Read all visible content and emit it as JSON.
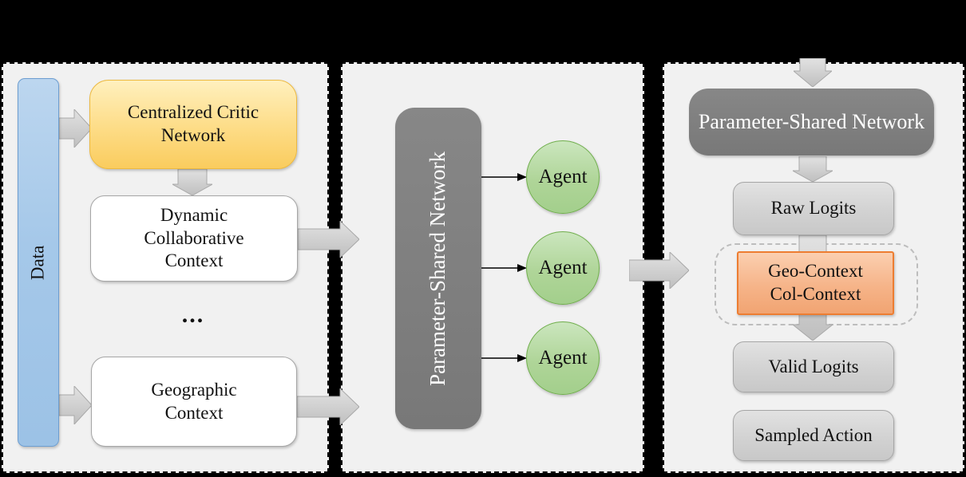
{
  "diagram": {
    "left": {
      "data_label": "Data",
      "critic_line1": "Centralized Critic",
      "critic_line2": "Network",
      "dynamic_line1": "Dynamic",
      "dynamic_line2": "Collaborative",
      "dynamic_line3": "Context",
      "ellipsis": "...",
      "geo_line1": "Geographic",
      "geo_line2": "Context"
    },
    "middle": {
      "network_label": "Parameter-Shared Network",
      "agents": [
        {
          "label": "Agent"
        },
        {
          "label": "Agent"
        },
        {
          "label": "Agent"
        }
      ]
    },
    "right": {
      "network_label": "Parameter-Shared Network",
      "raw_logits": "Raw Logits",
      "context_line1": "Geo-Context",
      "context_line2": "Col-Context",
      "valid_logits": "Valid Logits",
      "sampled_action": "Sampled Action"
    },
    "colors": {
      "background": "#000000",
      "panel_bg": "#F1F1F1",
      "data_fill": "#9CC2E6",
      "data_border": "#6D9ED1",
      "critic_fill": "#FACC5E",
      "critic_border": "#EDB93F",
      "white_box_border": "#A6A6A6",
      "network_fill": "#7D7D7D",
      "agent_fill": "#A9D18E",
      "agent_border": "#70AD47",
      "gray_box_fill": "#D0D0D0",
      "context_fill": "#F4B183",
      "context_border": "#ED7D31",
      "arrow_fill": "#D2D2D2"
    }
  }
}
